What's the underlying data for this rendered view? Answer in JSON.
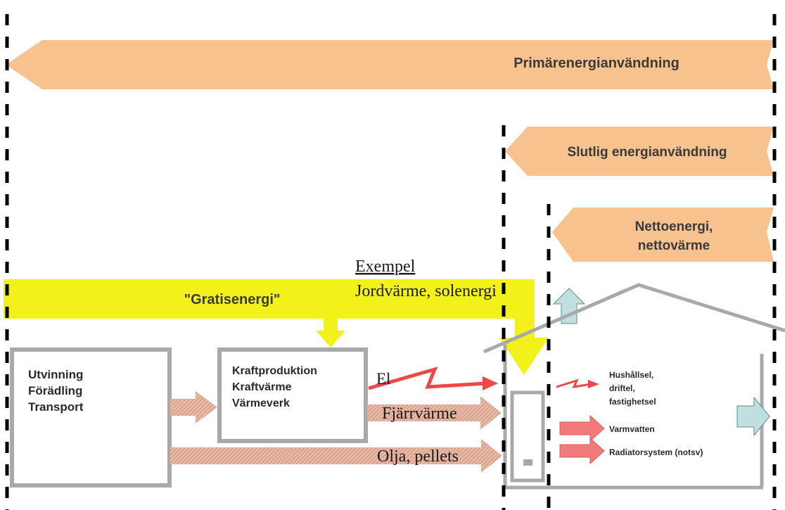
{
  "bands": {
    "primary": "Primärenergianvändning",
    "final": "Slutlig energianvändning",
    "net_line1": "Nettoenergi,",
    "net_line2": "nettovärme"
  },
  "free_energy": {
    "label": "\"Gratisenergi\"",
    "example_heading": "Exempel",
    "example_text": "Jordvärme, solenergi"
  },
  "boxes": {
    "extraction": [
      "Utvinning",
      "Förädling",
      "Transport"
    ],
    "production": [
      "Kraftproduktion",
      "Kraftvärme",
      "Värmeverk"
    ]
  },
  "flows": {
    "electricity": "El",
    "district_heating": "Fjärrvärme",
    "oil_pellets": "Olja, pellets"
  },
  "house_uses": {
    "household_el": [
      "Hushållsel,",
      "driftel,",
      "fastighetsel"
    ],
    "hot_water": "Varmvatten",
    "radiator": "Radiatorsystem (notsv)"
  },
  "colors": {
    "band_orange": "#f7c28e",
    "free_yellow": "#f2f21a",
    "flow_brown": "#d9a894",
    "electric_red": "#f04848",
    "house_red": "#f27a7a",
    "loss_teal": "#bfe0df",
    "box_gray": "#a9a9a9"
  }
}
